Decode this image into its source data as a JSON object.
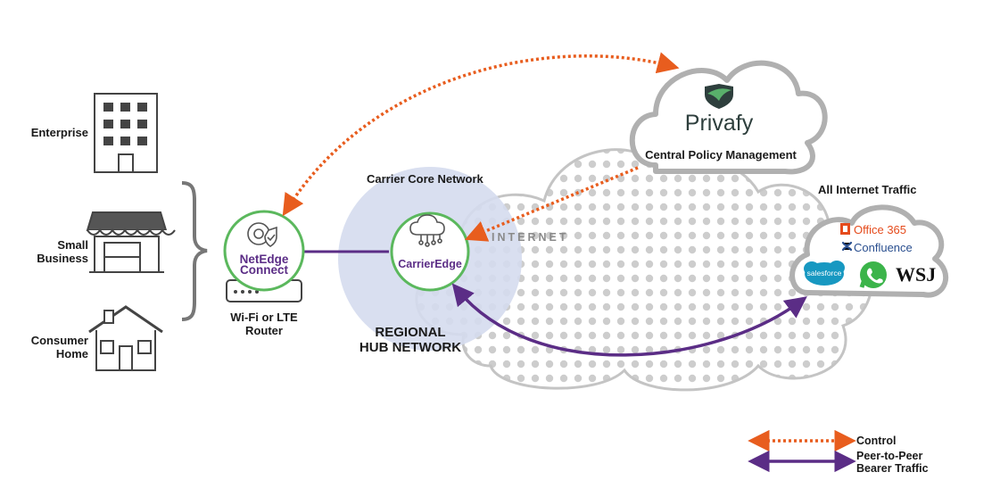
{
  "sites": {
    "enterprise": "Enterprise",
    "small_business_line1": "Small",
    "small_business_line2": "Business",
    "consumer_home_line1": "Consumer",
    "consumer_home_line2": "Home"
  },
  "router": {
    "brand_line1": "NetEdge",
    "brand_line2": "Connect",
    "caption_line1": "Wi-Fi or LTE",
    "caption_line2": "Router"
  },
  "carrier": {
    "network_label": "Carrier Core Network",
    "node_label": "CarrierEdge",
    "hub_line1": "REGIONAL",
    "hub_line2": "HUB NETWORK"
  },
  "internet": {
    "label": "INTERNET"
  },
  "privafy": {
    "brand": "Privafy",
    "caption": "Central Policy Management"
  },
  "traffic": {
    "title": "All Internet Traffic",
    "services": {
      "office365": "Office 365",
      "confluence": "Confluence",
      "salesforce": "salesforce",
      "wsj": "WSJ"
    }
  },
  "legend": {
    "control": "Control",
    "bearer_line1": "Peer-to-Peer",
    "bearer_line2": "Bearer Traffic"
  },
  "colors": {
    "control": "#e85d1e",
    "bearer": "#5b2d86",
    "green": "#5bb85d",
    "hub": "#d3d9ec",
    "cloud_stroke": "#b9b9b9",
    "dots": "#cfcfcf",
    "office_orange": "#e54b1c",
    "confluence_blue": "#2a4f8f",
    "salesforce_blue": "#1798c1",
    "whatsapp_green": "#3bb44a"
  }
}
